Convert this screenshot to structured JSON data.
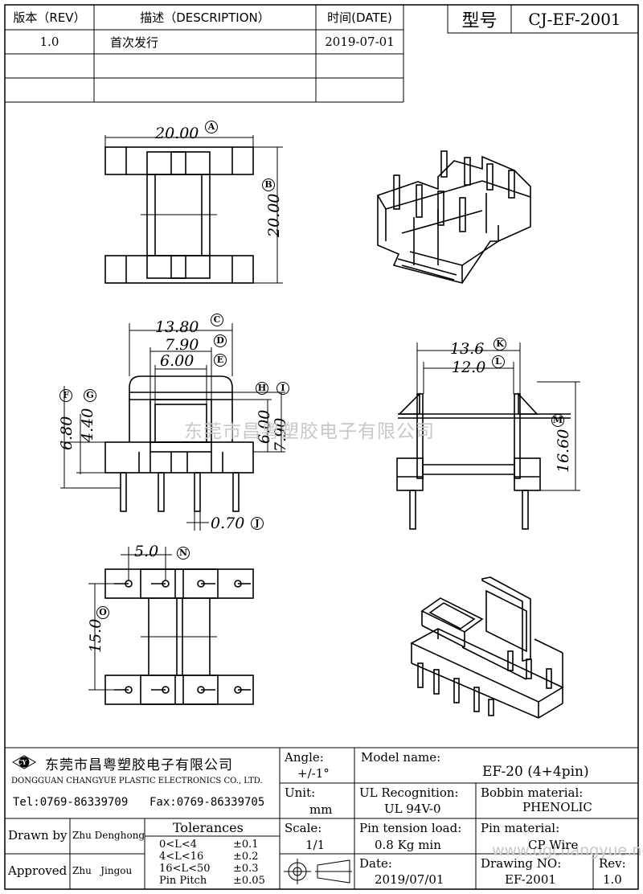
{
  "revision_table": {
    "headers": {
      "rev": "版本（REV）",
      "description": "描述（DESCRIPTION）",
      "date": "时间(DATE)"
    },
    "rows": [
      {
        "rev": "1.0",
        "description": "首次发行",
        "date": "2019-07-01"
      },
      {
        "rev": "",
        "description": "",
        "date": ""
      },
      {
        "rev": "",
        "description": "",
        "date": ""
      }
    ]
  },
  "model_box": {
    "label": "型号",
    "value": "CJ-EF-2001"
  },
  "dimensions": {
    "A": {
      "value": "20.00",
      "tag": "A"
    },
    "B": {
      "value": "20.00",
      "tag": "B"
    },
    "C": {
      "value": "13.80",
      "tag": "C"
    },
    "D": {
      "value": "7.90",
      "tag": "D"
    },
    "E": {
      "value": "6.00",
      "tag": "E"
    },
    "F": {
      "value": "6.80",
      "tag": "F"
    },
    "G": {
      "value": "4.40",
      "tag": "G"
    },
    "H": {
      "value": "6.00",
      "tag": "H"
    },
    "I": {
      "value": "7.90",
      "tag": "I"
    },
    "J": {
      "value": "0.70",
      "tag": "J"
    },
    "K": {
      "value": "13.6",
      "tag": "K"
    },
    "L": {
      "value": "12.0",
      "tag": "L"
    },
    "M": {
      "value": "16.60",
      "tag": "M"
    },
    "N": {
      "value": "5.0",
      "tag": "N"
    },
    "O": {
      "value": "15.0",
      "tag": "O"
    }
  },
  "watermark": "东莞市昌粤塑胶电子有限公司",
  "watermark_url": "www.dgchangyue.net",
  "company": {
    "name_cn": "东莞市昌粤塑胶电子有限公司",
    "name_en": "DONGGUAN CHANGYUE PLASTIC ELECTRONICS CO., LTD.",
    "tel": "Tel:0769-86339709",
    "fax": "Fax:0769-86339705"
  },
  "title_block": {
    "angle_label": "Angle:",
    "angle_value": "+/-1°",
    "unit_label": "Unit:",
    "unit_value": "mm",
    "scale_label": "Scale:",
    "scale_value": "1/1",
    "model_name_label": "Model name:",
    "model_name_value": "EF-20 (4+4pin)",
    "ul_label": "UL Recognition:",
    "ul_value": "UL 94V-0",
    "bobbin_label": "Bobbin material:",
    "bobbin_value": "PHENOLIC",
    "pin_tension_label": "Pin tension load:",
    "pin_tension_value": "0.8 Kg min",
    "pin_material_label": "Pin material:",
    "pin_material_value": "CP Wire",
    "date_label": "Date:",
    "date_value": "2019/07/01",
    "drawing_no_label": "Drawing NO:",
    "drawing_no_value": "EF-2001",
    "rev_label": "Rev:",
    "rev_value": "1.0",
    "drawn_by_label": "Drawn by",
    "drawn_by_value": "Zhu Denghong",
    "approved_label": "Approved",
    "approved_value": "Zhu   Jingou",
    "tolerances_label": "Tolerances",
    "tolerances": [
      {
        "range": "0<L<4",
        "value": "±0.1"
      },
      {
        "range": "4<L<16",
        "value": "±0.2"
      },
      {
        "range": "16<L<50",
        "value": "±0.3"
      },
      {
        "range": "Pin Pitch",
        "value": "±0.05"
      }
    ],
    "logo_text": "CY"
  }
}
